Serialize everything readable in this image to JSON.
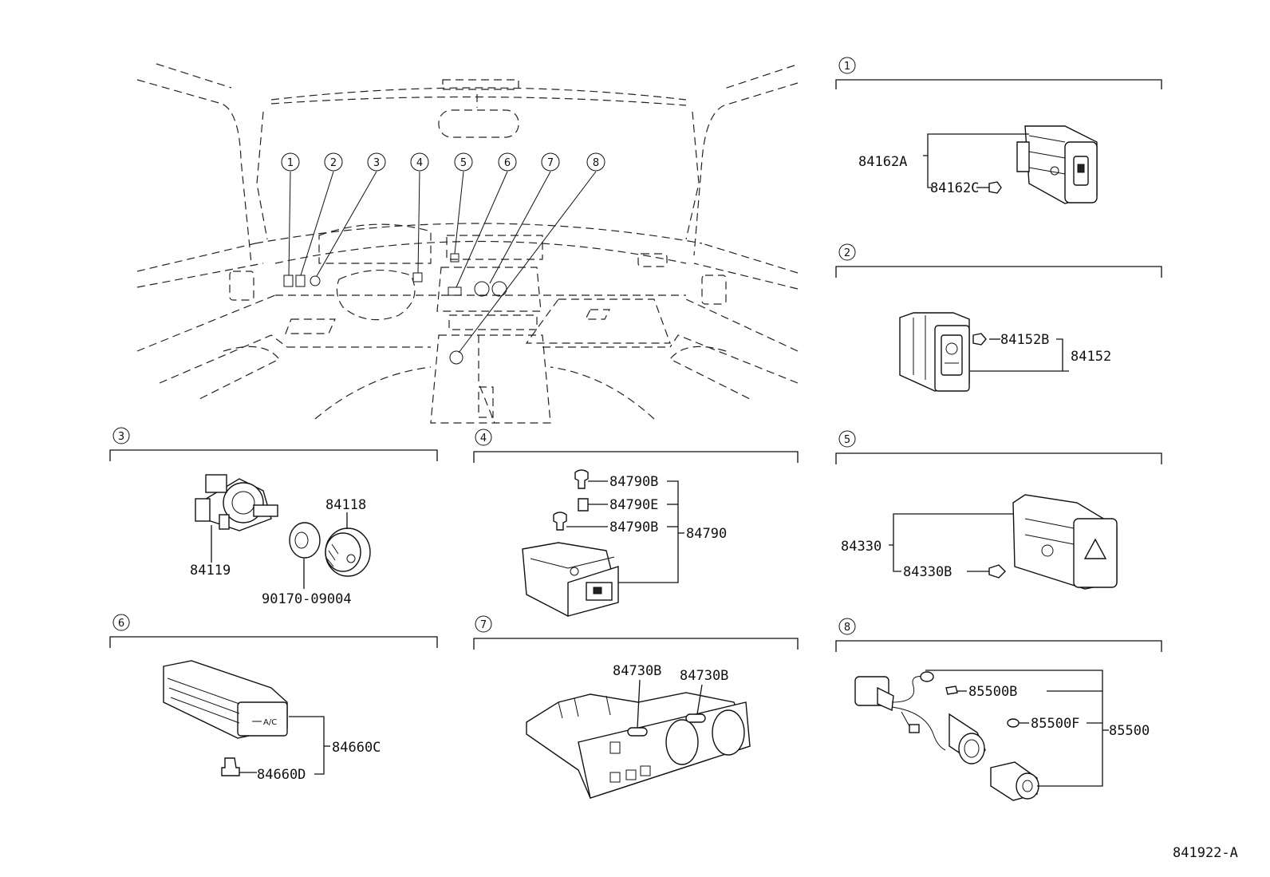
{
  "overview_callouts": [
    "1",
    "2",
    "3",
    "4",
    "5",
    "6",
    "7",
    "8"
  ],
  "sections": {
    "s1": {
      "num": "1",
      "labels": [
        "84162A",
        "84162C"
      ]
    },
    "s2": {
      "num": "2",
      "labels": [
        "84152B",
        "84152"
      ]
    },
    "s3": {
      "num": "3",
      "labels": [
        "84118",
        "84119",
        "90170-09004"
      ]
    },
    "s4": {
      "num": "4",
      "labels": [
        "84790B",
        "84790E",
        "84790B",
        "84790"
      ]
    },
    "s5": {
      "num": "5",
      "labels": [
        "84330",
        "84330B"
      ]
    },
    "s6": {
      "num": "6",
      "labels": [
        "84660C",
        "84660D"
      ]
    },
    "s7": {
      "num": "7",
      "labels": [
        "84730B",
        "84730B"
      ]
    },
    "s8": {
      "num": "8",
      "labels": [
        "85500B",
        "85500F",
        "85500"
      ]
    }
  },
  "drawing_id": "841922-A"
}
